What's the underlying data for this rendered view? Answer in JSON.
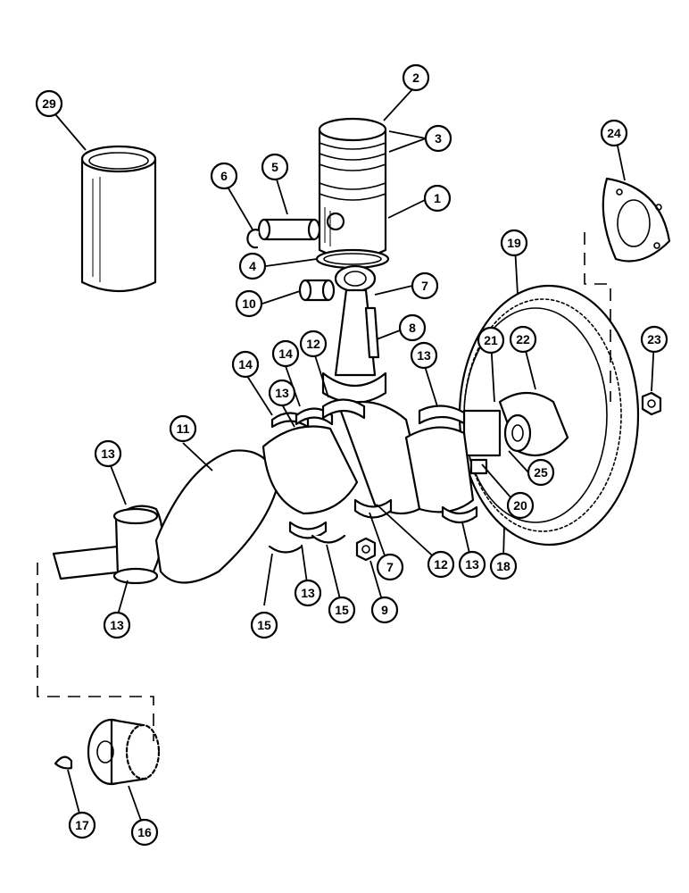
{
  "diagram": {
    "callouts": [
      {
        "id": "c1",
        "label": "1"
      },
      {
        "id": "c2",
        "label": "2"
      },
      {
        "id": "c3",
        "label": "3"
      },
      {
        "id": "c4",
        "label": "4"
      },
      {
        "id": "c5",
        "label": "5"
      },
      {
        "id": "c6",
        "label": "6"
      },
      {
        "id": "c7a",
        "label": "7"
      },
      {
        "id": "c7b",
        "label": "7"
      },
      {
        "id": "c8",
        "label": "8"
      },
      {
        "id": "c9",
        "label": "9"
      },
      {
        "id": "c10",
        "label": "10"
      },
      {
        "id": "c11",
        "label": "11"
      },
      {
        "id": "c12a",
        "label": "12"
      },
      {
        "id": "c12b",
        "label": "12"
      },
      {
        "id": "c13a",
        "label": "13"
      },
      {
        "id": "c13b",
        "label": "13"
      },
      {
        "id": "c13c",
        "label": "13"
      },
      {
        "id": "c13d",
        "label": "13"
      },
      {
        "id": "c13e",
        "label": "13"
      },
      {
        "id": "c13f",
        "label": "13"
      },
      {
        "id": "c14a",
        "label": "14"
      },
      {
        "id": "c14b",
        "label": "14"
      },
      {
        "id": "c15a",
        "label": "15"
      },
      {
        "id": "c15b",
        "label": "15"
      },
      {
        "id": "c16",
        "label": "16"
      },
      {
        "id": "c17",
        "label": "17"
      },
      {
        "id": "c18",
        "label": "18"
      },
      {
        "id": "c19",
        "label": "19"
      },
      {
        "id": "c20",
        "label": "20"
      },
      {
        "id": "c21",
        "label": "21"
      },
      {
        "id": "c22",
        "label": "22"
      },
      {
        "id": "c23",
        "label": "23"
      },
      {
        "id": "c24",
        "label": "24"
      },
      {
        "id": "c25",
        "label": "25"
      },
      {
        "id": "c29",
        "label": "29"
      }
    ]
  }
}
